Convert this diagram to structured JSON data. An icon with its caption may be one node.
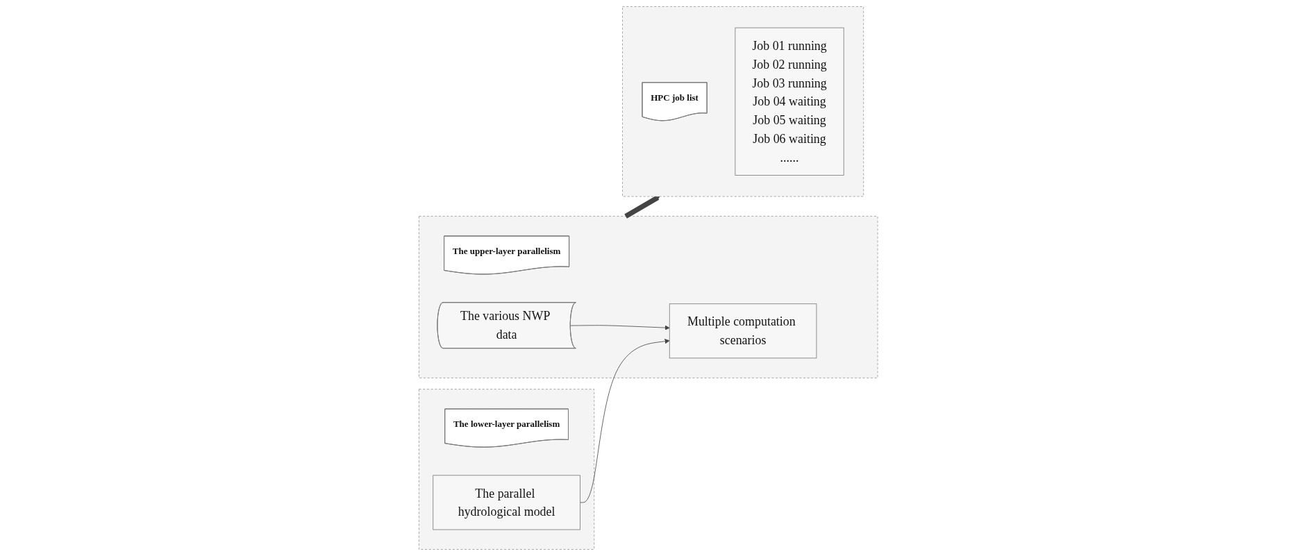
{
  "diagram": {
    "nodes": [
      {
        "text": [],
        "shape": "box"
      },
      {
        "text": [
          "The upper-layer parallelism"
        ],
        "in": 0
      },
      {
        "text": [
          "The various NWP data"
        ],
        "in": 0
      },
      {
        "text": [
          "Multiple computation scenarios"
        ],
        "in": 0
      },
      {
        "text": [],
        "shape": "box"
      },
      {
        "text": [
          "The lower-layer parallelism"
        ],
        "in": 4
      },
      {
        "text": [
          "The parallel hydrological model"
        ],
        "in": 4
      },
      {
        "text": [],
        "shape": "box"
      },
      {
        "text": [
          "HPC job list"
        ],
        "in": 7
      },
      {
        "text": [
          "Job 01 running",
          "Job 02 running",
          "Job 03 running",
          "Job 04 waiting",
          "Job 05 waiting",
          "Job 06 waiting",
          "......"
        ],
        "in": 7
      }
    ],
    "edges": [
      {
        "from": 2,
        "to": 3,
        "arrow": "to"
      },
      {
        "from": 6,
        "to": 3,
        "arrow": "to"
      },
      {
        "from": 0,
        "to": 7,
        "arrow": "to",
        "style": "thick"
      }
    ]
  }
}
